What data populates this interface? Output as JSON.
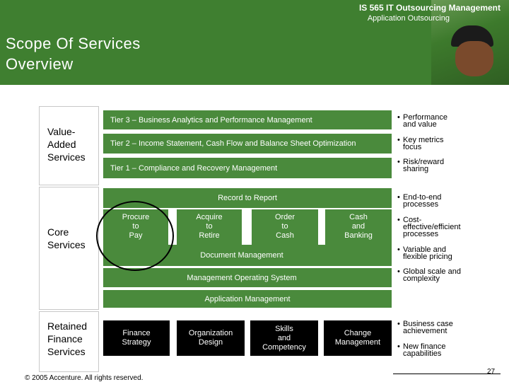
{
  "header": {
    "course": "IS 565 IT Outsourcing Management",
    "subtitle": "Application Outsourcing",
    "title_line1": "Scope Of Services",
    "title_line2": "Overview"
  },
  "sections": {
    "value_added": [
      "Value-",
      "Added",
      "Services"
    ],
    "core": [
      "Core",
      "Services"
    ],
    "retained": [
      "Retained",
      "Finance",
      "Services"
    ]
  },
  "tiers": {
    "tier3": "Tier 3 – Business Analytics and Performance Management",
    "tier2": "Tier 2 – Income Statement, Cash Flow and Balance Sheet Optimization",
    "tier1": "Tier 1 – Compliance and Recovery Management"
  },
  "core": {
    "record_to_report": "Record to Report",
    "procure": [
      "Procure",
      "to",
      "Pay"
    ],
    "acquire": [
      "Acquire",
      "to",
      "Retire"
    ],
    "order": [
      "Order",
      "to",
      "Cash"
    ],
    "cash": [
      "Cash",
      "and",
      "Banking"
    ],
    "document_management": "Document Management",
    "management_os": "Management Operating System",
    "application_management": "Application Management"
  },
  "retained": {
    "finance_strategy": [
      "Finance",
      "Strategy"
    ],
    "org_design": [
      "Organization",
      "Design"
    ],
    "skills": [
      "Skills",
      "and",
      "Competency"
    ],
    "change": [
      "Change",
      "Management"
    ]
  },
  "bullets": [
    [
      "Performance",
      "and value"
    ],
    [
      "Key metrics",
      "focus"
    ],
    [
      "Risk/reward",
      "sharing"
    ],
    [
      "End-to-end",
      "processes"
    ],
    [
      "Cost-",
      "effective/efficient",
      "processes"
    ],
    [
      "Variable and",
      "flexible pricing"
    ],
    [
      "Global scale and",
      "complexity"
    ],
    [
      "Business case",
      "achievement"
    ],
    [
      "New finance",
      "capabilities"
    ]
  ],
  "footer": {
    "copyright": "© 2005 Accenture. All rights reserved.",
    "page": "27"
  }
}
